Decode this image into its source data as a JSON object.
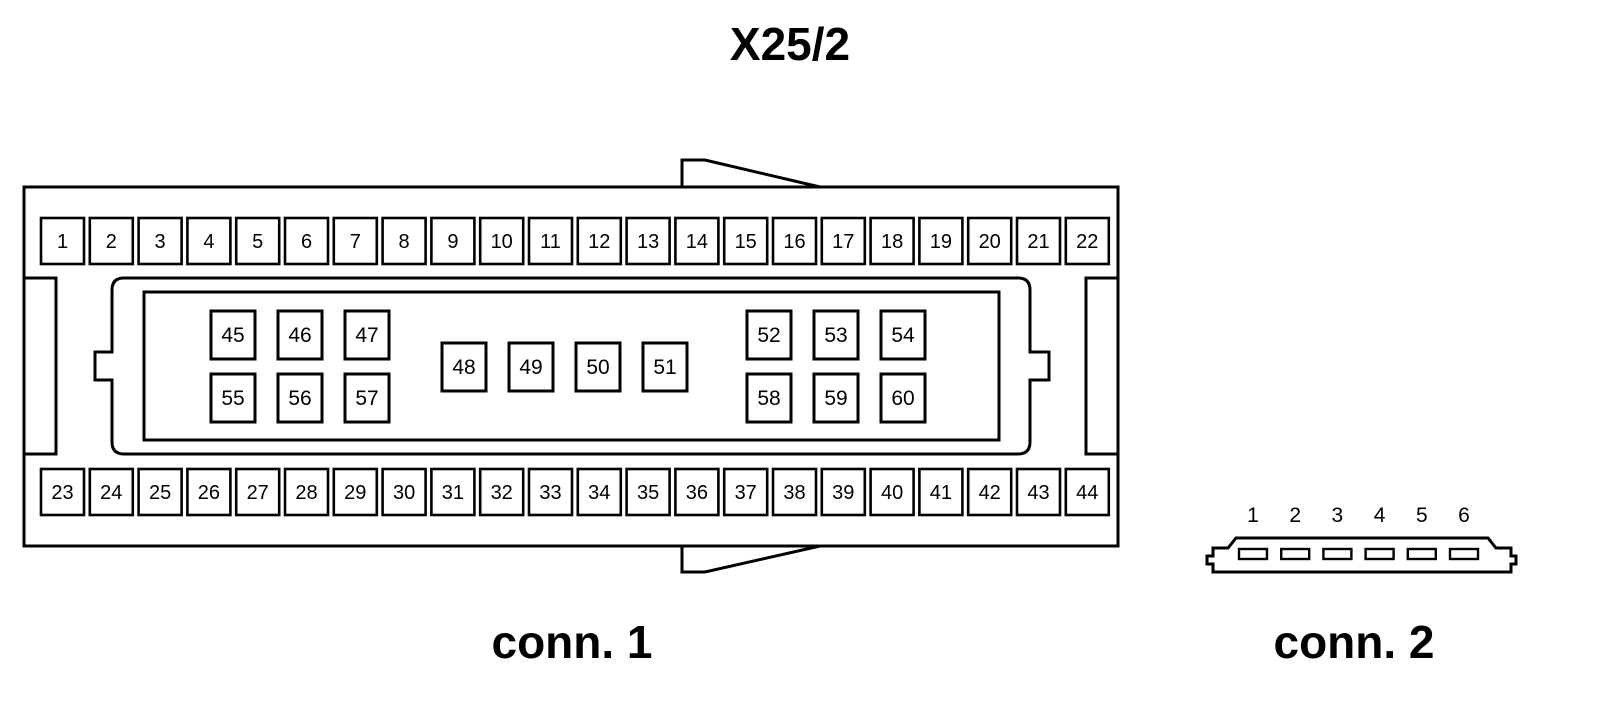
{
  "title": "X25/2",
  "connector1": {
    "caption": "conn. 1",
    "top_row": [
      "1",
      "2",
      "3",
      "4",
      "5",
      "6",
      "7",
      "8",
      "9",
      "10",
      "11",
      "12",
      "13",
      "14",
      "15",
      "16",
      "17",
      "18",
      "19",
      "20",
      "21",
      "22"
    ],
    "bottom_row": [
      "23",
      "24",
      "25",
      "26",
      "27",
      "28",
      "29",
      "30",
      "31",
      "32",
      "33",
      "34",
      "35",
      "36",
      "37",
      "38",
      "39",
      "40",
      "41",
      "42",
      "43",
      "44"
    ],
    "left_group_top": [
      "45",
      "46",
      "47"
    ],
    "left_group_bottom": [
      "55",
      "56",
      "57"
    ],
    "middle_group": [
      "48",
      "49",
      "50",
      "51"
    ],
    "right_group_top": [
      "52",
      "53",
      "54"
    ],
    "right_group_bottom": [
      "58",
      "59",
      "60"
    ]
  },
  "connector2": {
    "caption": "conn. 2",
    "pins": [
      "1",
      "2",
      "3",
      "4",
      "5",
      "6"
    ]
  }
}
